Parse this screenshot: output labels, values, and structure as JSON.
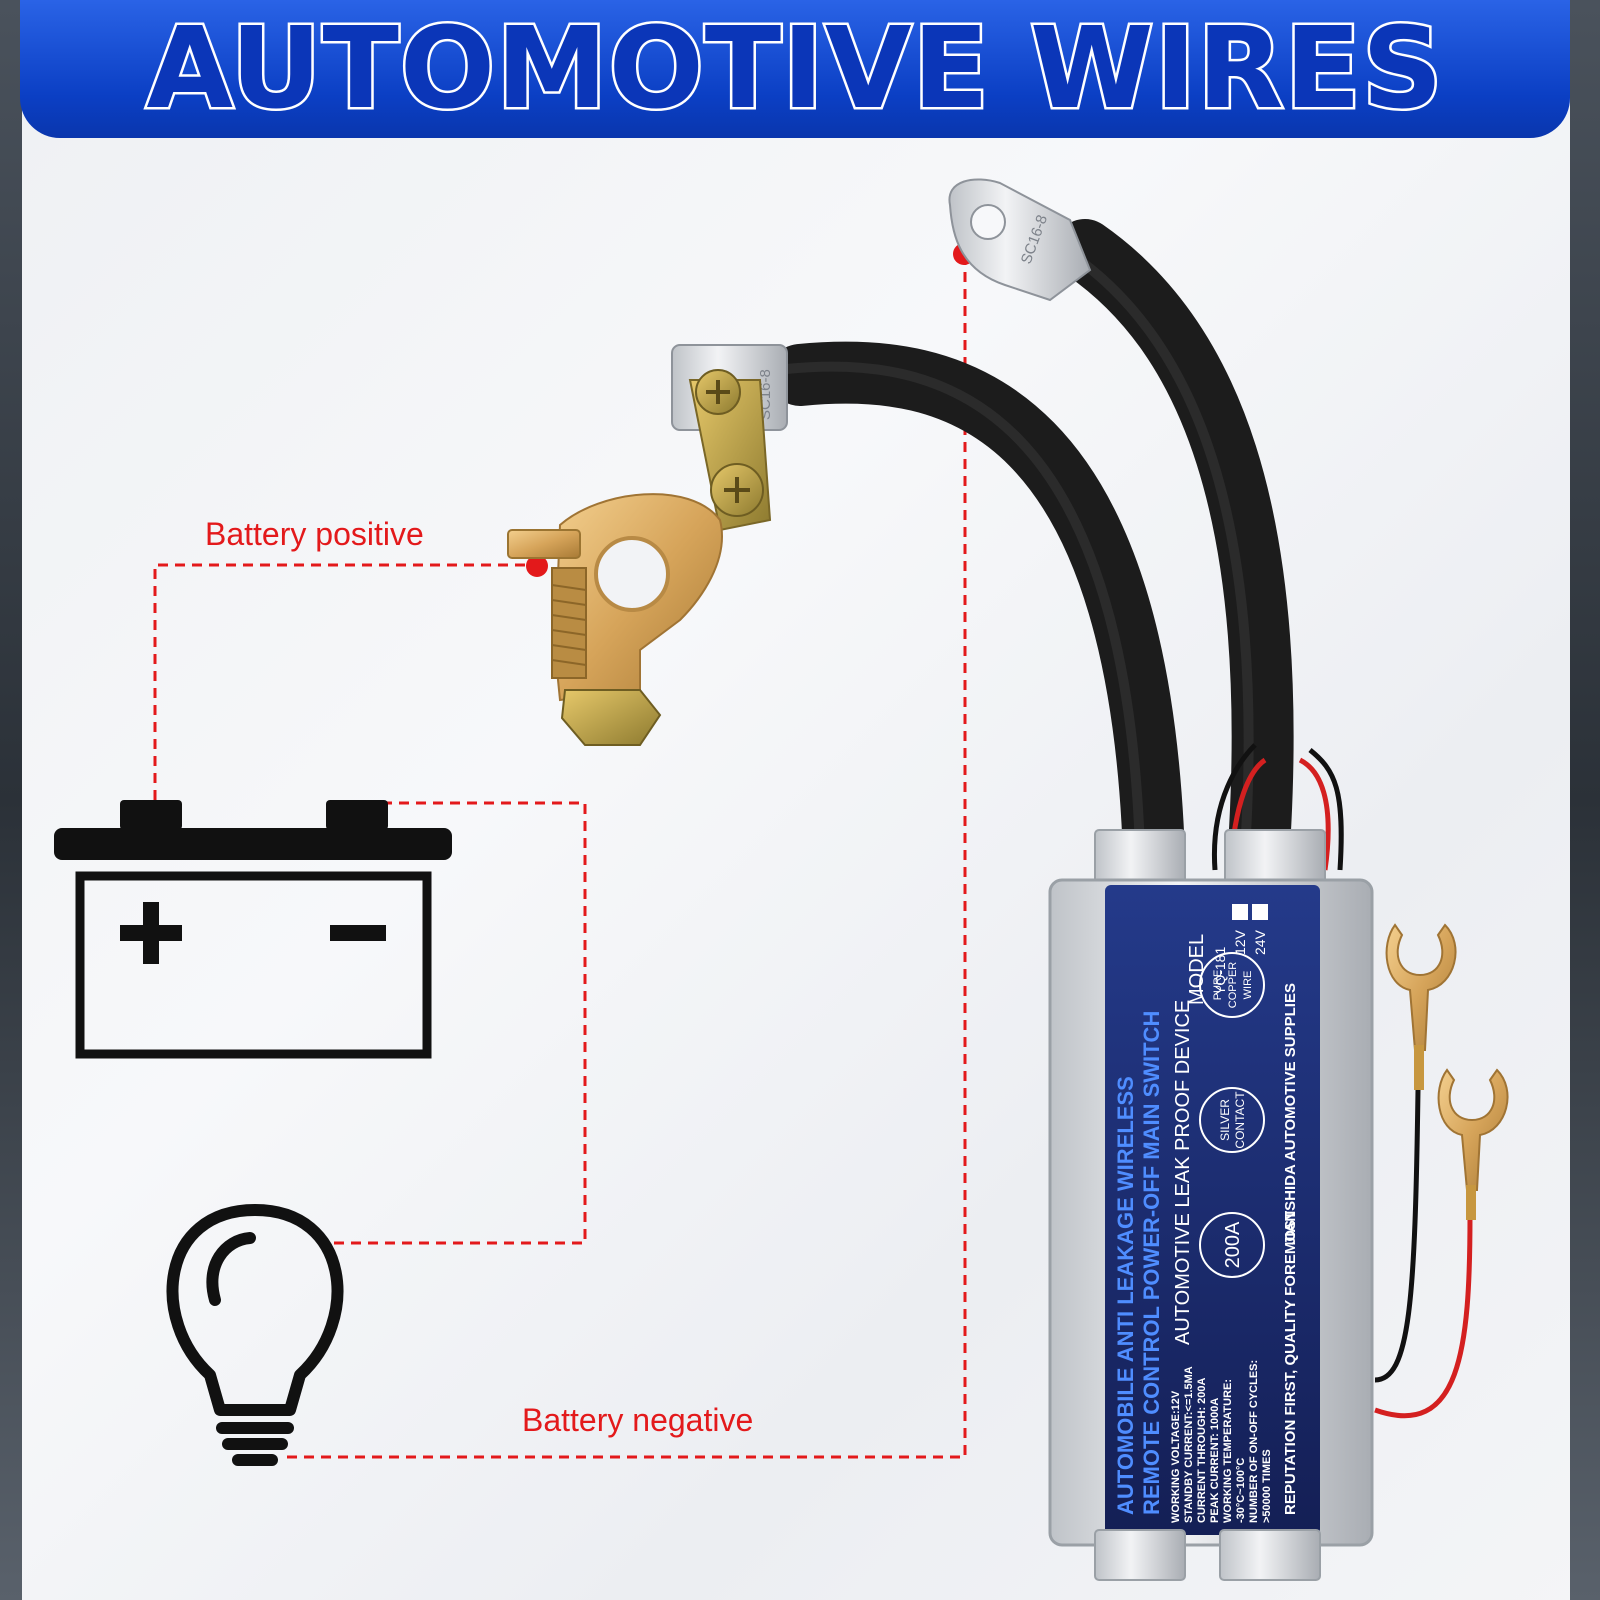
{
  "banner": {
    "title": "AUTOMOTIVE WIRES"
  },
  "labels": {
    "battery_positive": "Battery positive",
    "battery_negative": "Battery negative"
  },
  "lug_marking": "SC16-8",
  "device": {
    "model_heading": "MODEL",
    "model_number": "YQ-181",
    "voltage_option_1": "12V",
    "voltage_option_2": "24V",
    "title_line_1": "AUTOMOBILE ANTI LEAKAGE WIRELESS",
    "title_line_2": "REMOTE CONTROL POWER-OFF MAIN SWITCH",
    "subtitle": "AUTOMOTIVE LEAK PROOF DEVICE",
    "badge_1": [
      "PURE",
      "COPPER",
      "WIRE"
    ],
    "badge_2": [
      "SILVER",
      "CONTACT"
    ],
    "badge_3": "200A",
    "brand": "JIANSHIDA AUTOMOTIVE SUPPLIES",
    "slogan": "REPUTATION FIRST, QUALITY FOREMOST",
    "specs": [
      "WORKING VOLTAGE:12V",
      "STANDBY CURRENT:<=1.5MA",
      "CURRENT THROUGH: 200A",
      "PEAK CURRENT: 1000A",
      "WORKING TEMPERATURE:",
      "-30°C~100°C",
      "NUMBER OF ON-OFF CYCLES:",
      ">50000 TIMES"
    ]
  },
  "colors": {
    "banner_blue": "#0b3fc4",
    "accent_red": "#e3191b",
    "device_label_blue": "#1b2a6b",
    "cable_black": "#1c1c1c",
    "brass": "#d6a45a"
  },
  "icons": [
    "battery-icon",
    "light-bulb-icon",
    "battery-clamp-icon",
    "ring-terminal-icon",
    "fork-terminal-icon"
  ]
}
